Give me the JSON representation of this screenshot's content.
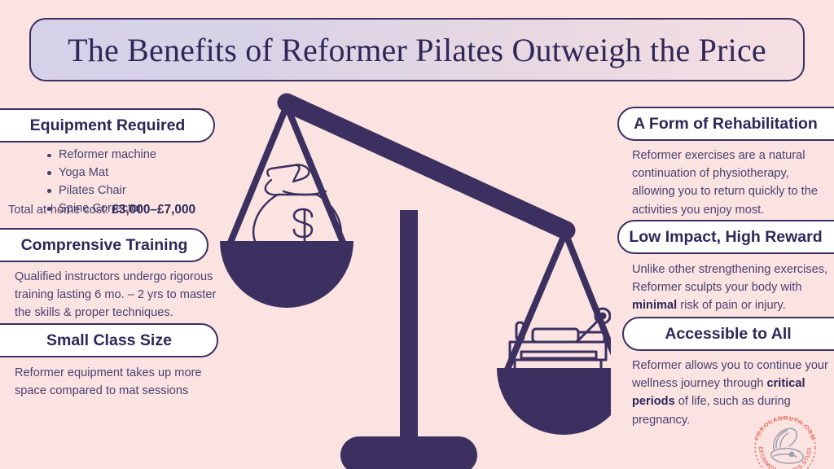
{
  "theme": {
    "background": "#fbe3e2",
    "ink": "#2f2758",
    "body_ink": "#4a4270",
    "pill_fill": "#ffffff",
    "title_gradient_from": "#d5d1e8",
    "title_gradient_to": "#f6dfe2",
    "logo_coral": "#e8796b",
    "logo_grey": "#9aa0ad"
  },
  "header": {
    "title": "The Benefits of Reformer Pilates Outweigh the Price"
  },
  "left_column": [
    {
      "id": "equipment-required",
      "heading": "Equipment Required",
      "items": [
        "Reformer machine",
        "Yoga Mat",
        "Pilates Chair",
        "Spine Corrector"
      ],
      "cost_label": "Total at-home cost:",
      "cost_value": "£3,000–£7,000"
    },
    {
      "id": "comprensive-training",
      "heading": "Comprensive Training",
      "body": "Qualified instructors undergo rigorous training lasting 6 mo. – 2 yrs to master the skills & proper techniques."
    },
    {
      "id": "small-class-size",
      "heading": "Small Class Size",
      "body": "Reformer equipment takes up more space compared to mat sessions"
    }
  ],
  "right_column": [
    {
      "id": "a-form-of-rehabilitation",
      "heading": "A Form of Rehabilitation",
      "body": "Reformer exercises are a natural continuation of physiotherapy, allowing you to return quickly to the activities you enjoy most."
    },
    {
      "id": "low-impact-high-reward",
      "heading": "Low Impact, High Reward",
      "body_part1": "Unlike other strengthening exercises, Reformer sculpts your body with ",
      "body_bold": "minimal",
      "body_part2": " risk of pain or injury."
    },
    {
      "id": "accessible-to-all",
      "heading": "Accessible to All",
      "body_part1": "Reformer allows you to continue your wellness journey through ",
      "body_bold": "critical periods",
      "body_part2": " of life, such as during pregnancy."
    }
  ],
  "illustration": {
    "name": "balance-scale",
    "left_pan_item": "money-bag-icon",
    "left_pan_symbol": "$",
    "right_pan_item": "reformer-machine-icon",
    "tilt": "left pan raised, right pan lowered"
  },
  "logo": {
    "top_text": "PEROLABRUTA.COM",
    "bottom_text": "REFORMER.PILATES.STUDIO",
    "emblem": "oyster-pearl-icon"
  }
}
